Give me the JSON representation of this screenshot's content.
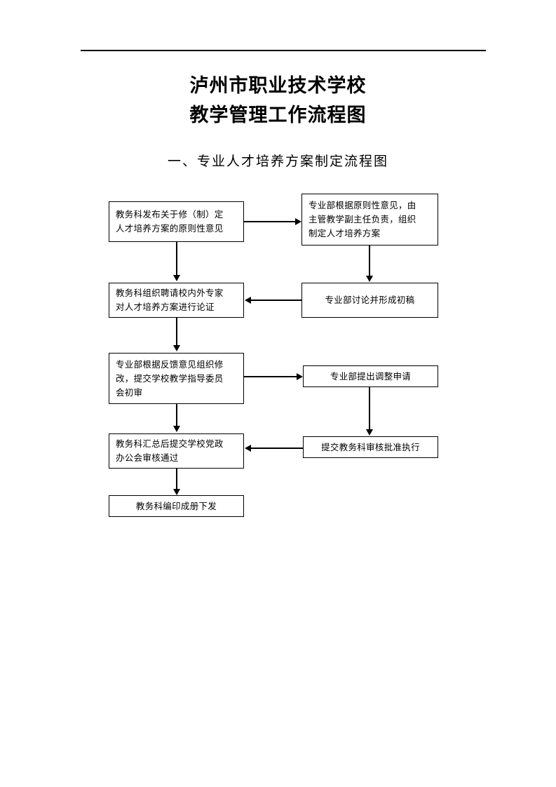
{
  "document": {
    "title_line1": "泸州市职业技术学校",
    "title_line2": "教学管理工作流程图",
    "section_title": "一、专业人才培养方案制定流程图"
  },
  "flowchart": {
    "nodes": [
      {
        "id": "n1",
        "text": "教务科发布关于修（制）定\n人才培养方案的原则性意见"
      },
      {
        "id": "n2",
        "text": "专业部根据原则性意见，由\n主管教学副主任负责，组织\n制定人才培养方案"
      },
      {
        "id": "n3",
        "text": "专业部讨论并形成初稿"
      },
      {
        "id": "n4",
        "text": "教务科组织聘请校内外专家\n对人才培养方案进行论证"
      },
      {
        "id": "n5",
        "text": "专业部根据反馈意见组织修\n改，提交学校教学指导委员\n会初审"
      },
      {
        "id": "n6",
        "text": "专业部提出调整申请"
      },
      {
        "id": "n7",
        "text": "提交教务科审核批准执行"
      },
      {
        "id": "n8",
        "text": "教务科汇总后提交学校党政\n办公会审核通过"
      },
      {
        "id": "n9",
        "text": "教务科编印成册下发"
      }
    ]
  },
  "colors": {
    "ink": "#000000",
    "page": "#ffffff"
  }
}
